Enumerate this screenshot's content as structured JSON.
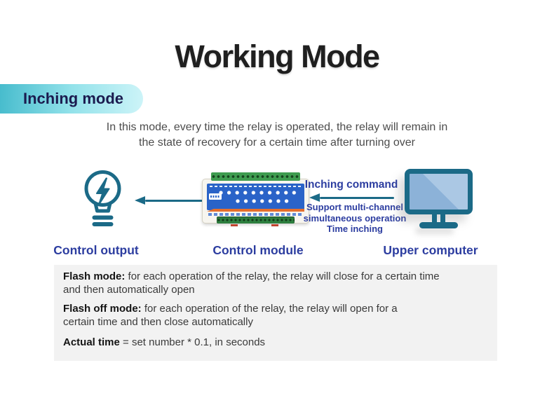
{
  "title": "Working Mode",
  "badge": {
    "label": "Inching mode"
  },
  "description": {
    "line1": "In this mode, every time the relay is operated, the relay will remain in",
    "line2": "the state of recovery for a certain time after turning over"
  },
  "diagram": {
    "command_label": "Inching command",
    "command_note": {
      "line1": "Support multi-channel",
      "line2": "simultaneous operation",
      "line3": "Time inching"
    },
    "nodes": {
      "output": {
        "label": "Control output"
      },
      "module": {
        "label": "Control module"
      },
      "computer": {
        "label": "Upper computer"
      }
    }
  },
  "notes": {
    "flash_mode": {
      "label": "Flash mode:",
      "text": " for each operation of the relay, the relay will close for a certain time\nand then automatically open"
    },
    "flash_off_mode": {
      "label": "Flash off mode:",
      "text": " for each operation of the relay, the relay will open for a\ncertain time and then close automatically"
    },
    "actual_time": {
      "label": "Actual time",
      "text": " = set number * 0.1, in seconds"
    }
  },
  "colors": {
    "accent_teal": "#1b6a87",
    "badge_gradient_start": "#47bccd",
    "badge_gradient_end": "#cdf4f8",
    "badge_text_navy": "#1b1b4f",
    "label_blue": "#2c3da0",
    "module_panel_blue": "#2a63c8",
    "terminal_green": "#3f9c50",
    "accent_orange": "#e56f2d",
    "screen_blue": "#8cb2d8",
    "notes_bg": "#f2f2f2"
  }
}
